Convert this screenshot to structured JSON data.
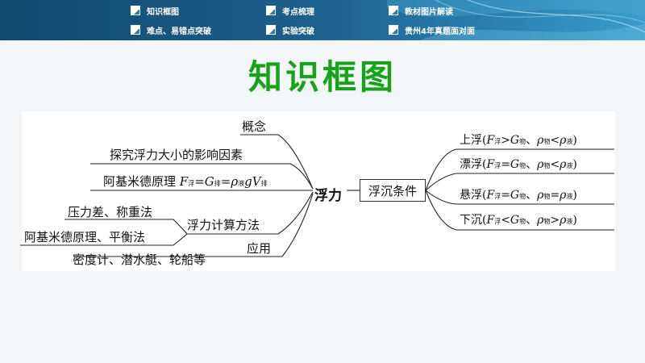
{
  "nav": {
    "items": [
      {
        "label": "知识框图"
      },
      {
        "label": "考点梳理"
      },
      {
        "label": "教材图片解读"
      },
      {
        "label": "难点、易错点突破"
      },
      {
        "label": "实验突破"
      },
      {
        "label": "贵州4年真题面对面"
      }
    ]
  },
  "page_title": "知识框图",
  "mindmap": {
    "center": "浮力",
    "left_branches": {
      "concept": "概念",
      "explore": "探究浮力大小的影响因素",
      "archimedes": {
        "prefix": "阿基米德原理 ",
        "F": "F",
        "F_sub": "浮",
        "eq1": "=",
        "G": "G",
        "G_sub": "排",
        "eq2": "=",
        "rho": "ρ",
        "rho_sub": "液",
        "gV": "gV",
        "V_sub": "排"
      },
      "calc": "浮力计算方法",
      "calc_items": [
        "压力差、称重法",
        "阿基米德原理、平衡法"
      ],
      "application": "应用",
      "application_items": "密度计、潜水艇、轮船等"
    },
    "right": {
      "box": "浮沉条件",
      "conditions": [
        {
          "name": "上浮",
          "f": "F",
          "f_sub": "浮",
          "op1": ">",
          "g": "G",
          "g_sub": "物",
          "sep": "、",
          "r1": "ρ",
          "r1_sub": "物",
          "op2": "<",
          "r2": "ρ",
          "r2_sub": "液"
        },
        {
          "name": "漂浮",
          "f": "F",
          "f_sub": "浮",
          "op1": "=",
          "g": "G",
          "g_sub": "物",
          "sep": "、",
          "r1": "ρ",
          "r1_sub": "物",
          "op2": "<",
          "r2": "ρ",
          "r2_sub": "液"
        },
        {
          "name": "悬浮",
          "f": "F",
          "f_sub": "浮",
          "op1": "=",
          "g": "G",
          "g_sub": "物",
          "sep": "、",
          "r1": "ρ",
          "r1_sub": "物",
          "op2": "=",
          "r2": "ρ",
          "r2_sub": "液"
        },
        {
          "name": "下沉",
          "f": "F",
          "f_sub": "浮",
          "op1": "<",
          "g": "G",
          "g_sub": "物",
          "sep": "、",
          "r1": "ρ",
          "r1_sub": "物",
          "op2": ">",
          "r2": "ρ",
          "r2_sub": "液"
        }
      ]
    }
  },
  "colors": {
    "header": "#1c5d88",
    "title": "#17a318",
    "background": "#f3f6f8"
  }
}
